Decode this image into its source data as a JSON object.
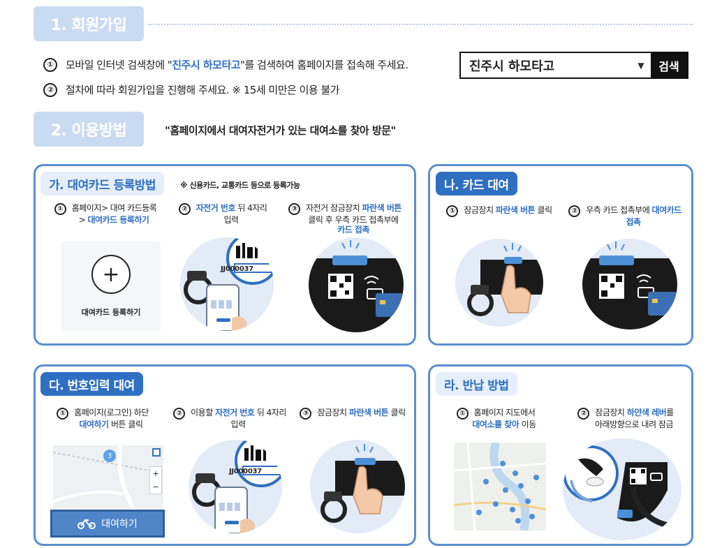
{
  "sections": {
    "signup": {
      "badge": "1. 회원가입",
      "step1": {
        "num": "①",
        "pre": "모바일 인터넷 검색창에 \"",
        "hl": "진주시 하모타고",
        "post": "\"를 검색하여 홈페이지를 접속해 주세요."
      },
      "step2": {
        "num": "②",
        "text": "절차에 따라 회원가입을 진행해 주세요. ※ 15세 미만은 이용 불가"
      },
      "search": {
        "value": "진주시 하모타고",
        "button": "검색"
      }
    },
    "usage": {
      "badge": "2. 이용방법",
      "quote": "\"홈페이지에서 대여자전거가 있는 대여소를 찾아 방문\""
    }
  },
  "panels": {
    "card_register": {
      "title": "가. 대여카드 등록방법",
      "note": "※ 신용카드, 교통카드 등으로 등록가능",
      "steps": [
        {
          "num": "①",
          "line1": "홈페이지> 대여 카드등록",
          "line2_pre": "> ",
          "line2_hl": "대여카드 등록하기"
        },
        {
          "num": "②",
          "hl": "자전거 번호",
          "post": " 뒤 4자리",
          "line2": "입력"
        },
        {
          "num": "③",
          "pre": "자전거 잠금장치 ",
          "hl": "파란색 버튼",
          "line2": "클릭 후 우측 카드 접촉부에",
          "line3_hl": "카드 접촉"
        }
      ],
      "register_label": "대여카드 등록하기",
      "bike_code": "JJ000037"
    },
    "card_rent": {
      "title": "나. 카드 대여",
      "steps": [
        {
          "num": "①",
          "pre": "잠금장치 ",
          "hl": "파란색 버튼",
          "post": " 클릭"
        },
        {
          "num": "②",
          "pre": "우측 카드 접촉부에 ",
          "hl": "대여카드",
          "line2_hl": "접촉"
        }
      ]
    },
    "number_rent": {
      "title": "다. 번호입력 대여",
      "steps": [
        {
          "num": "①",
          "line1": "홈페이지(로그인) 하단",
          "line2_hl": "대여하기",
          "line2_post": " 버튼 클릭"
        },
        {
          "num": "②",
          "pre": "이용할 ",
          "hl": "자전거 번호",
          "post": " 뒤 4자리",
          "line2": "입력"
        },
        {
          "num": "③",
          "pre": "잠금장치 ",
          "hl": "파란색 버튼",
          "post": " 클릭"
        }
      ],
      "map_pin": "3",
      "zoom_in": "+",
      "zoom_out": "−",
      "rent_button": "대여하기",
      "bike_code": "JJ000037"
    },
    "return": {
      "title": "라. 반납 방법",
      "steps": [
        {
          "num": "①",
          "line1": "홈페이지 지도에서",
          "line2_hl": "대여소를 찾아",
          "line2_post": " 이동"
        },
        {
          "num": "②",
          "pre": "잠금장치 ",
          "hl": "하얀색 레버",
          "post": "를",
          "line2": "아래방향으로 내려 잠금"
        }
      ]
    }
  },
  "colors": {
    "accent": "#2f6fc1",
    "badge": "#c9dbf1",
    "panel_border": "#5b8fcf"
  }
}
